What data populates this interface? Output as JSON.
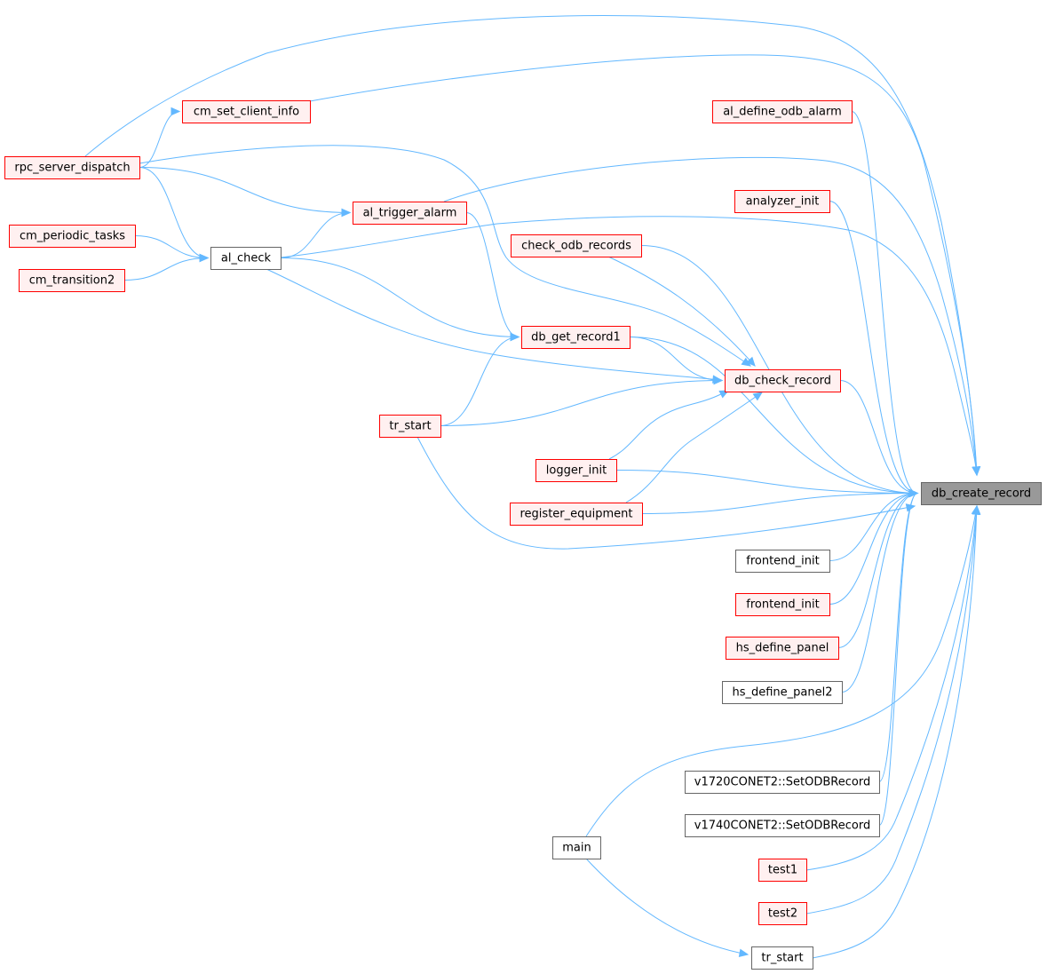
{
  "graph": {
    "colors": {
      "edge": "#63b8ff",
      "red_border": "#ff0000",
      "red_fill": "#fff0f0",
      "gray_border": "#666666",
      "self_fill": "#999999"
    },
    "nodes": [
      {
        "id": "db_create_record",
        "label": "db_create_record",
        "style": "self"
      },
      {
        "id": "cm_set_client_info",
        "label": "cm_set_client_info",
        "style": "red"
      },
      {
        "id": "al_define_odb_alarm",
        "label": "al_define_odb_alarm",
        "style": "red"
      },
      {
        "id": "rpc_server_dispatch",
        "label": "rpc_server_dispatch",
        "style": "red"
      },
      {
        "id": "al_trigger_alarm",
        "label": "al_trigger_alarm",
        "style": "red"
      },
      {
        "id": "analyzer_init",
        "label": "analyzer_init",
        "style": "red"
      },
      {
        "id": "cm_periodic_tasks",
        "label": "cm_periodic_tasks",
        "style": "red"
      },
      {
        "id": "check_odb_records",
        "label": "check_odb_records",
        "style": "red"
      },
      {
        "id": "al_check",
        "label": "al_check",
        "style": "gray"
      },
      {
        "id": "cm_transition2",
        "label": "cm_transition2",
        "style": "red"
      },
      {
        "id": "db_get_record1",
        "label": "db_get_record1",
        "style": "red"
      },
      {
        "id": "db_check_record",
        "label": "db_check_record",
        "style": "red"
      },
      {
        "id": "tr_start_a",
        "label": "tr_start",
        "style": "red"
      },
      {
        "id": "logger_init",
        "label": "logger_init",
        "style": "red"
      },
      {
        "id": "register_equipment",
        "label": "register_equipment",
        "style": "red"
      },
      {
        "id": "frontend_init_a",
        "label": "frontend_init",
        "style": "gray"
      },
      {
        "id": "frontend_init_b",
        "label": "frontend_init",
        "style": "red"
      },
      {
        "id": "hs_define_panel",
        "label": "hs_define_panel",
        "style": "red"
      },
      {
        "id": "hs_define_panel2",
        "label": "hs_define_panel2",
        "style": "gray"
      },
      {
        "id": "v1720",
        "label": "v1720CONET2::SetODBRecord",
        "style": "gray"
      },
      {
        "id": "v1740",
        "label": "v1740CONET2::SetODBRecord",
        "style": "gray"
      },
      {
        "id": "main",
        "label": "main",
        "style": "gray"
      },
      {
        "id": "test1",
        "label": "test1",
        "style": "red"
      },
      {
        "id": "test2",
        "label": "test2",
        "style": "red"
      },
      {
        "id": "tr_start_b",
        "label": "tr_start",
        "style": "gray"
      }
    ],
    "edges": [
      {
        "from": "cm_set_client_info",
        "to": "db_create_record"
      },
      {
        "from": "al_define_odb_alarm",
        "to": "db_create_record"
      },
      {
        "from": "rpc_server_dispatch",
        "to": "db_create_record"
      },
      {
        "from": "rpc_server_dispatch",
        "to": "cm_set_client_info"
      },
      {
        "from": "rpc_server_dispatch",
        "to": "al_trigger_alarm"
      },
      {
        "from": "rpc_server_dispatch",
        "to": "al_check"
      },
      {
        "from": "rpc_server_dispatch",
        "to": "db_check_record"
      },
      {
        "from": "al_trigger_alarm",
        "to": "db_create_record"
      },
      {
        "from": "al_trigger_alarm",
        "to": "db_get_record1"
      },
      {
        "from": "analyzer_init",
        "to": "db_create_record"
      },
      {
        "from": "cm_periodic_tasks",
        "to": "al_check"
      },
      {
        "from": "check_odb_records",
        "to": "db_create_record"
      },
      {
        "from": "check_odb_records",
        "to": "db_check_record"
      },
      {
        "from": "al_check",
        "to": "db_create_record"
      },
      {
        "from": "al_check",
        "to": "al_trigger_alarm"
      },
      {
        "from": "al_check",
        "to": "db_get_record1"
      },
      {
        "from": "al_check",
        "to": "db_check_record"
      },
      {
        "from": "cm_transition2",
        "to": "al_check"
      },
      {
        "from": "db_get_record1",
        "to": "db_create_record"
      },
      {
        "from": "db_get_record1",
        "to": "db_check_record"
      },
      {
        "from": "db_check_record",
        "to": "db_create_record"
      },
      {
        "from": "tr_start_a",
        "to": "db_get_record1"
      },
      {
        "from": "tr_start_a",
        "to": "db_check_record"
      },
      {
        "from": "tr_start_a",
        "to": "db_create_record"
      },
      {
        "from": "logger_init",
        "to": "db_create_record"
      },
      {
        "from": "logger_init",
        "to": "db_check_record"
      },
      {
        "from": "register_equipment",
        "to": "db_create_record"
      },
      {
        "from": "register_equipment",
        "to": "db_check_record"
      },
      {
        "from": "frontend_init_a",
        "to": "db_create_record"
      },
      {
        "from": "frontend_init_b",
        "to": "db_create_record"
      },
      {
        "from": "hs_define_panel",
        "to": "db_create_record"
      },
      {
        "from": "hs_define_panel2",
        "to": "db_create_record"
      },
      {
        "from": "v1720",
        "to": "db_create_record"
      },
      {
        "from": "v1740",
        "to": "db_create_record"
      },
      {
        "from": "main",
        "to": "db_create_record"
      },
      {
        "from": "main",
        "to": "tr_start_b"
      },
      {
        "from": "test1",
        "to": "db_create_record"
      },
      {
        "from": "test2",
        "to": "db_create_record"
      },
      {
        "from": "tr_start_b",
        "to": "db_create_record"
      }
    ]
  }
}
